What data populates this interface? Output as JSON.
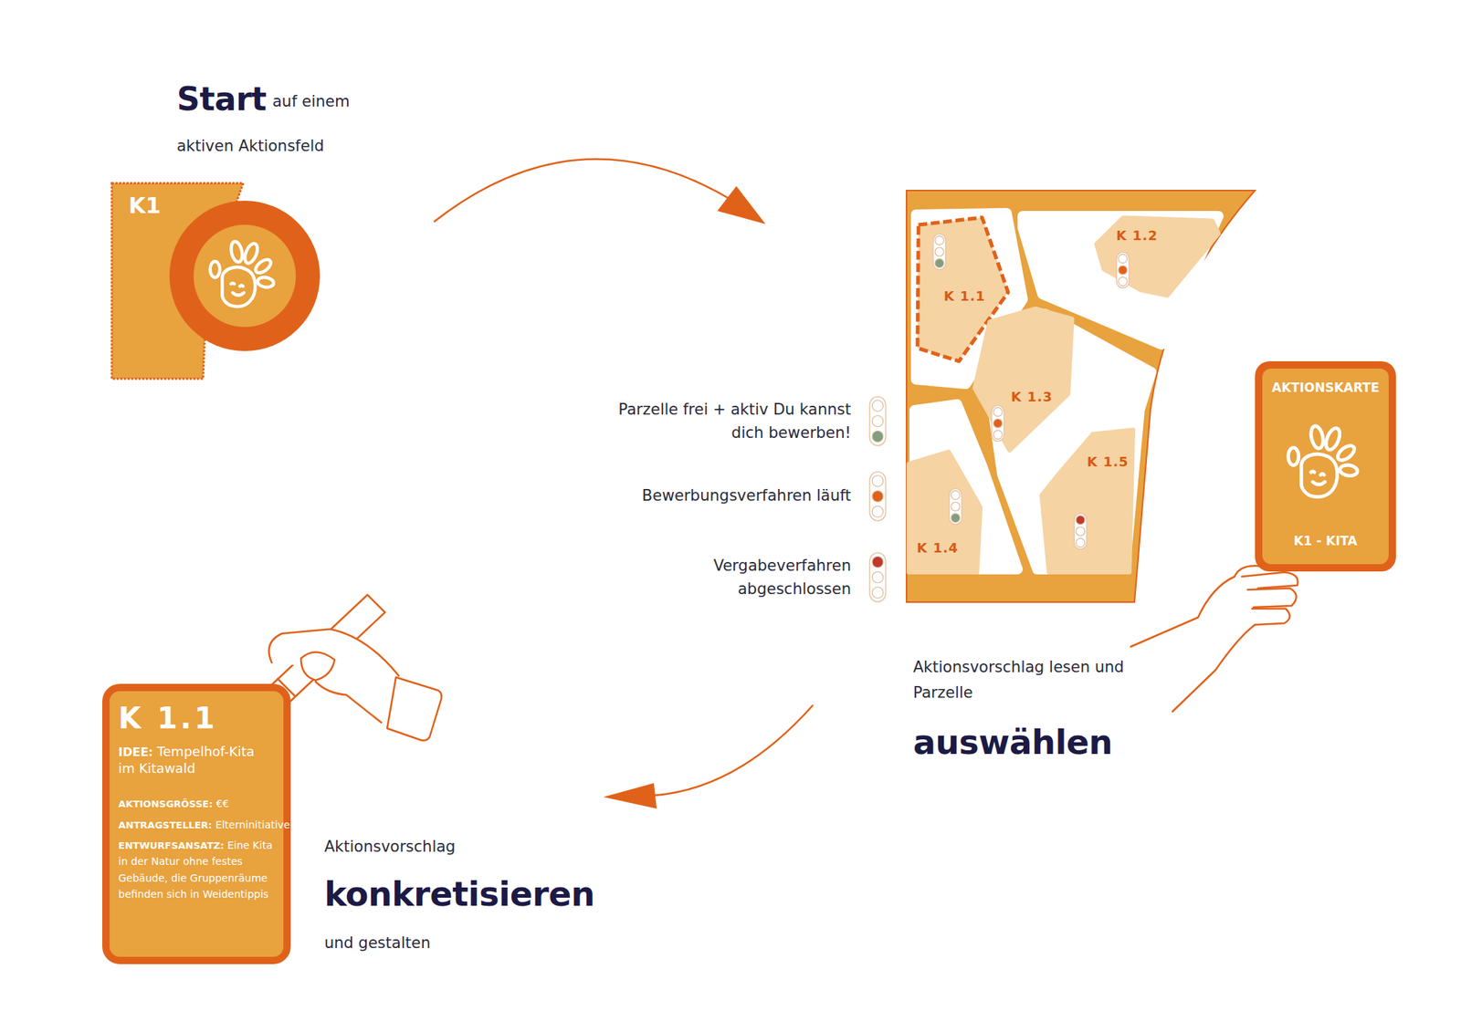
{
  "diagram": {
    "nodes": [
      {
        "text": [
          "K1"
        ]
      },
      {
        "text": [
          "K 1.1"
        ]
      },
      {
        "text": [
          "K 1.2"
        ]
      },
      {
        "text": [
          "K 1.3"
        ]
      },
      {
        "text": [
          "K 1.4"
        ]
      },
      {
        "text": [
          "K 1.5"
        ]
      },
      {
        "text": [
          "AKTIONSKARTE",
          "K1 - KITA"
        ]
      },
      {
        "text": [
          "K 1.1",
          "IDEE:",
          "Tempelhof-Kita im Kitawald",
          "AKTIONSGRÖSSE:",
          "€€",
          "ANTRAGSTELLER:",
          "Elterninitiative",
          "ENTWURFSANSATZ:",
          "Eine Kita in der Natur ohne festes Gebäude, die Gruppenräume befinden sich in Weidentippis"
        ]
      }
    ],
    "labels": [
      "Start",
      "auf einem",
      "aktiven Aktionsfeld",
      "Aktionsvorschlag lesen und Parzelle",
      "auswählen",
      "Aktionsvorschlag",
      "konkretisieren",
      "und gestalten"
    ],
    "legend": [
      {
        "text": "Parzelle frei + aktiv Du kannst dich bewerben!",
        "color": "#7f9e82"
      },
      {
        "text": "Bewerbungsverfahren läuft",
        "color": "#e0621a"
      },
      {
        "text": "Vergabeverfahren abgeschlossen",
        "color": "#c0392b"
      }
    ]
  }
}
